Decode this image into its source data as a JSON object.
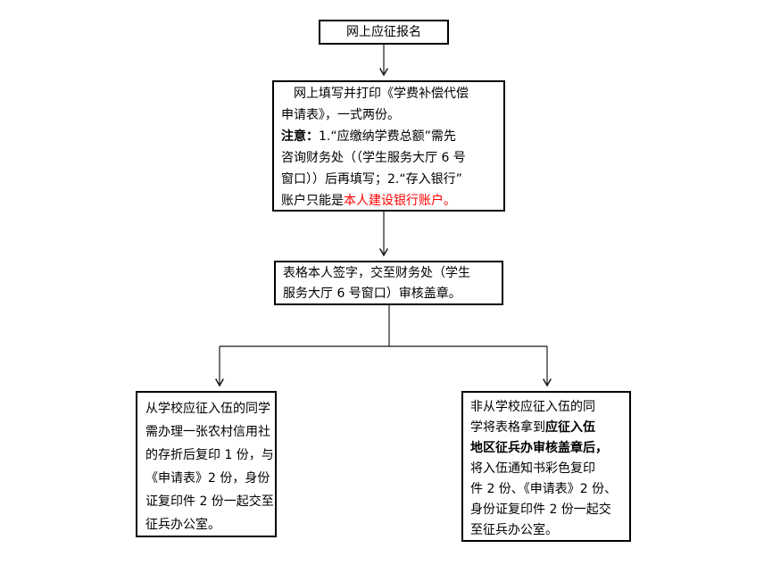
{
  "colors": {
    "background": "#ffffff",
    "text": "#000000",
    "box_border": "#000000",
    "connector": "#1a1a1a",
    "highlight_red": "#ff0000"
  },
  "flowchart": {
    "box1": {
      "text": "网上应征报名"
    },
    "box2": {
      "lines": [
        [
          {
            "t": "　网上填写并打印《学费补偿代偿"
          }
        ],
        [
          {
            "t": "申请表》，一式两份。"
          }
        ],
        [
          {
            "t": "注意："
          },
          {
            "t": "1.“应缴纳学费总额”需先"
          }
        ],
        [
          {
            "t": "咨询财务处（（学生服务大厅 6 号"
          }
        ],
        [
          {
            "t": "窗口））后再填写；2.“存入银行”"
          }
        ],
        [
          {
            "t": "账户只能是"
          },
          {
            "t": "本人建设银行账户。"
          }
        ]
      ]
    },
    "box3": {
      "lines": [
        "表格本人签字，交至财务处（学生",
        "服务大厅 6 号窗口）审核盖章。"
      ]
    },
    "box_left": {
      "lines": [
        "从学校应征入伍的同学",
        "需办理一张农村信用社",
        "的存折后复印 1 份，与",
        "《申请表》2 份，身份",
        "证复印件 2 份一起交至",
        "征兵办公室。"
      ]
    },
    "box_right": {
      "lines": [
        [
          {
            "t": "非从学校应征入伍的同"
          }
        ],
        [
          {
            "t": "学将表格拿到"
          },
          {
            "t": "应征入伍"
          }
        ],
        [
          {
            "t": "地区征兵办审核盖章后，"
          }
        ],
        [
          {
            "t": "将入伍通知书彩色复印"
          }
        ],
        [
          {
            "t": "件 2 份、《申请表》2 份、"
          }
        ],
        [
          {
            "t": "身份证复印件 2 份一起交"
          }
        ],
        [
          {
            "t": "至征兵办公室。"
          }
        ]
      ]
    }
  }
}
